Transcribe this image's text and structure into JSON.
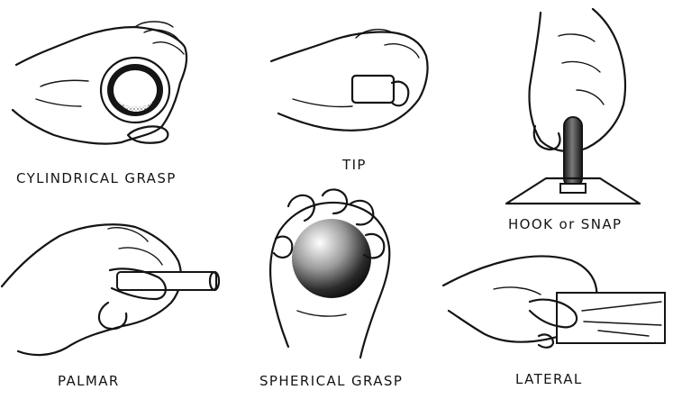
{
  "figure": {
    "grasps": [
      {
        "label": "CYLINDRICAL GRASP"
      },
      {
        "label": "TIP"
      },
      {
        "label": "HOOK or SNAP"
      },
      {
        "label": "PALMAR"
      },
      {
        "label": "SPHERICAL GRASP"
      },
      {
        "label": "LATERAL"
      }
    ]
  }
}
